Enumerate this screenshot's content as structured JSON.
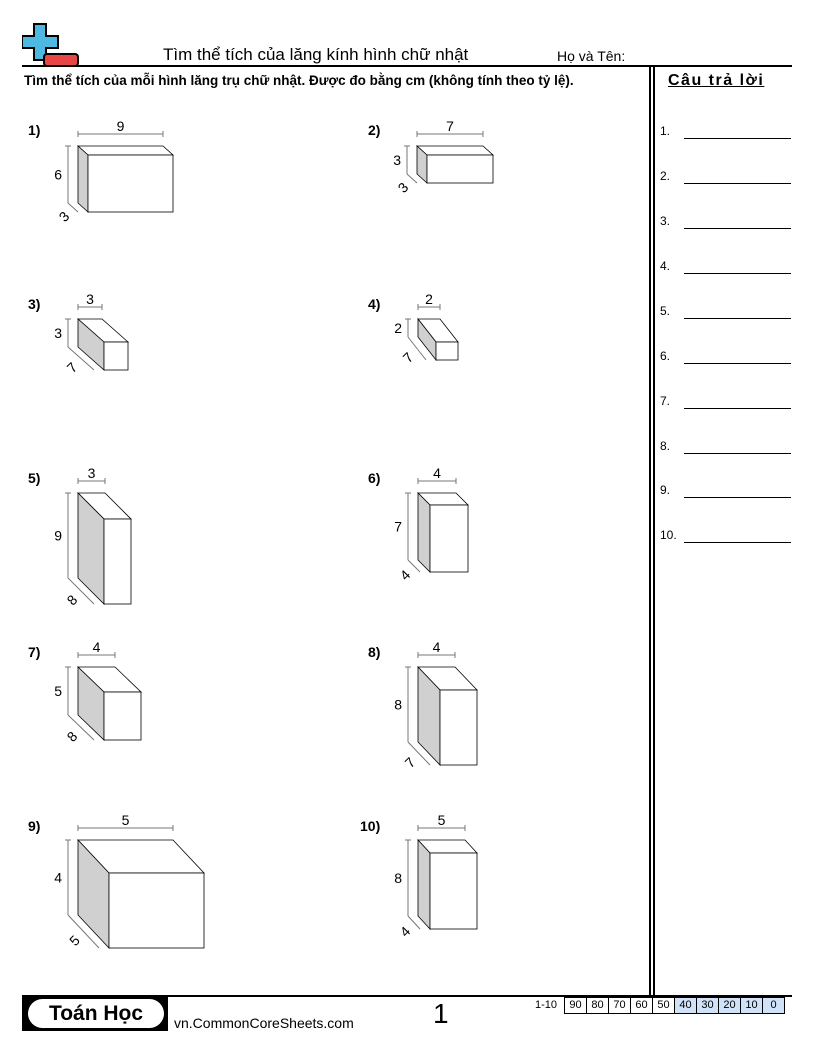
{
  "header": {
    "title": "Tìm thể tích của lăng kính hình chữ nhật",
    "name_label": "Họ và Tên:"
  },
  "instructions": "Tìm thể tích của mỗi hình lăng trụ chữ nhật. Được đo bằng cm (không tính theo tỷ lệ).",
  "answers": {
    "heading": "Câu trả lời",
    "numbers": [
      "1.",
      "2.",
      "3.",
      "4.",
      "5.",
      "6.",
      "7.",
      "8.",
      "9.",
      "10."
    ]
  },
  "problems": [
    {
      "label": "1)",
      "width": "9",
      "height": "6",
      "depth": "3"
    },
    {
      "label": "2)",
      "width": "7",
      "height": "3",
      "depth": "3"
    },
    {
      "label": "3)",
      "width": "3",
      "height": "3",
      "depth": "7"
    },
    {
      "label": "4)",
      "width": "2",
      "height": "2",
      "depth": "7"
    },
    {
      "label": "5)",
      "width": "3",
      "height": "9",
      "depth": "8"
    },
    {
      "label": "6)",
      "width": "4",
      "height": "7",
      "depth": "4"
    },
    {
      "label": "7)",
      "width": "4",
      "height": "5",
      "depth": "8"
    },
    {
      "label": "8)",
      "width": "4",
      "height": "8",
      "depth": "7"
    },
    {
      "label": "9)",
      "width": "5",
      "height": "4",
      "depth": "5"
    },
    {
      "label": "10)",
      "width": "5",
      "height": "8",
      "depth": "4"
    }
  ],
  "footer": {
    "brand": "Toán Học",
    "site": "vn.CommonCoreSheets.com",
    "page": "1",
    "range": "1-10",
    "scores": [
      "90",
      "80",
      "70",
      "60",
      "50",
      "40",
      "30",
      "20",
      "10",
      "0"
    ]
  },
  "colors": {
    "logo_blue": "#4db8e0",
    "logo_red": "#e84545",
    "shade": "#d0d0d0",
    "score_blue": "#cfe2f7"
  }
}
